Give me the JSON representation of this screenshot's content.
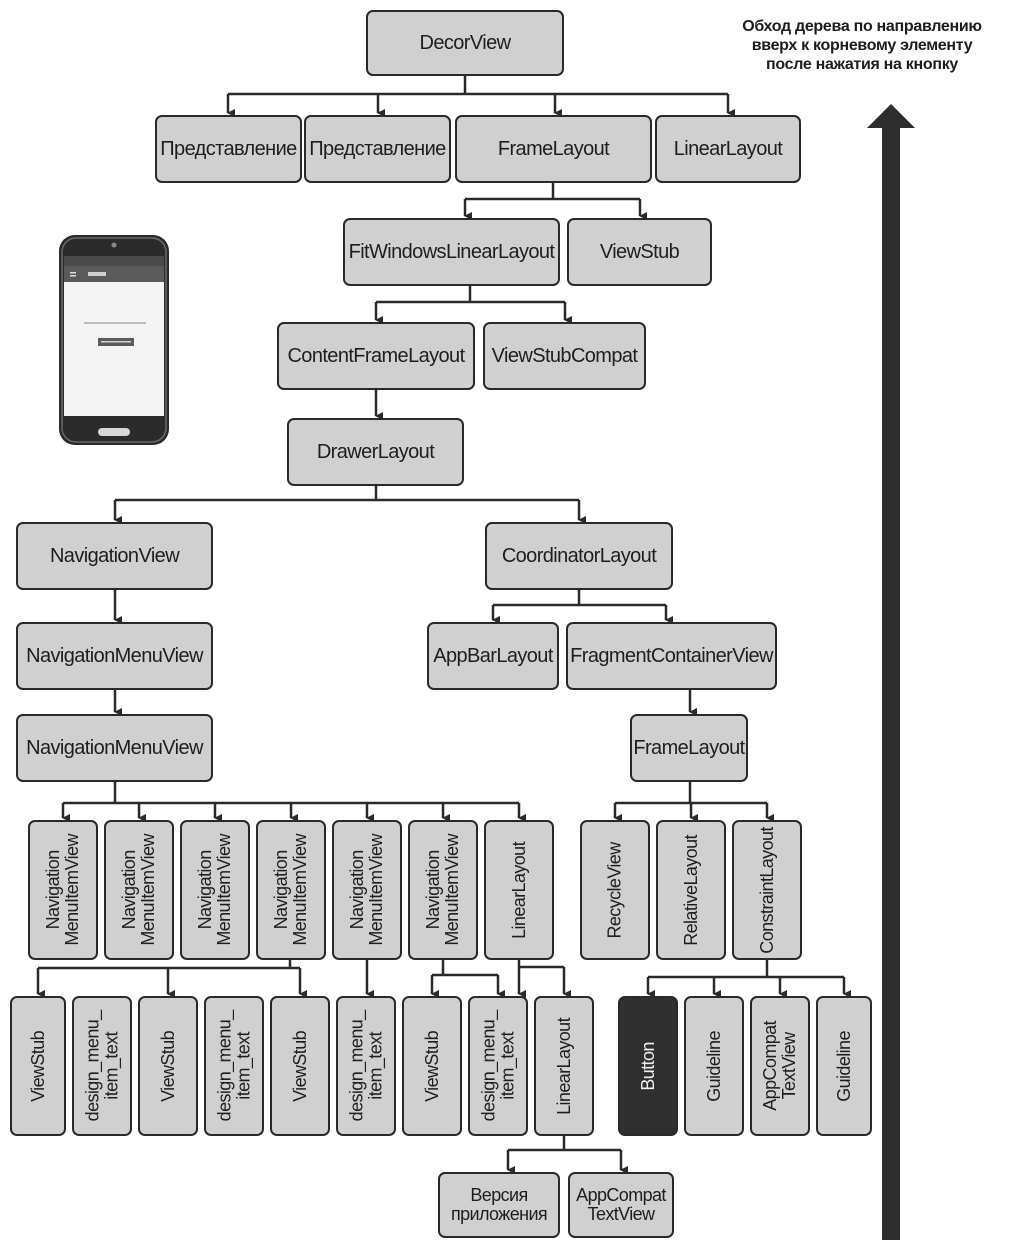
{
  "caption": "Обход дерева по направлению вверх к корневому элементу после нажатия на кнопку",
  "nodes": {
    "decorview": "DecorView",
    "view_1": "Представление",
    "view_2": "Представление",
    "framelayout_top": "FrameLayout",
    "linearlayout_top": "LinearLayout",
    "fitwindows": "FitWindowsLinearLayout",
    "viewstub_top": "ViewStub",
    "contentframe": "ContentFrameLayout",
    "viewstubcompat": "ViewStubCompat",
    "drawerlayout": "DrawerLayout",
    "navigationview": "NavigationView",
    "coordinatorlayout": "CoordinatorLayout",
    "navmenuview_1": "NavigationMenuView",
    "navmenuview_2": "NavigationMenuView",
    "appbarlayout": "AppBarLayout",
    "fragmentcontainer": "FragmentContainerView",
    "framelayout_mid": "FrameLayout",
    "menuitem_1": "Navigation\nMenuItemView",
    "menuitem_2": "Navigation\nMenuItemView",
    "menuitem_3": "Navigation\nMenuItemView",
    "menuitem_4": "Navigation\nMenuItemView",
    "menuitem_5": "Navigation\nMenuItemView",
    "menuitem_6": "Navigation\nMenuItemView",
    "linearlayout_nav": "LinearLayout",
    "recycleview": "RecycleView",
    "relativelayout": "RelativeLayout",
    "constraintlayout": "ConstraintLayout",
    "viewstub_1": "ViewStub",
    "design_text_1": "design_menu_\nitem_text",
    "viewstub_2": "ViewStub",
    "design_text_2": "design_menu_\nitem_text",
    "viewstub_3": "ViewStub",
    "design_text_3": "design_menu_\nitem_text",
    "viewstub_4": "ViewStub",
    "design_text_4": "design_menu_\nitem_text",
    "linearlayout_bottom": "LinearLayout",
    "button": "Button",
    "guideline_1": "Guideline",
    "appcompat_textview_1": "AppCompat\nTextView",
    "guideline_2": "Guideline",
    "app_version": "Версия\nприложения",
    "appcompat_textview_2": "AppCompat\nTextView"
  },
  "colors": {
    "node_fill": "#d0d0d0",
    "node_border": "#2a2a2a",
    "highlight_fill": "#2f2f2f",
    "line": "#2a2a2a"
  },
  "icons": {
    "phone": "phone-screenshot-icon",
    "arrow": "up-arrow-icon"
  }
}
